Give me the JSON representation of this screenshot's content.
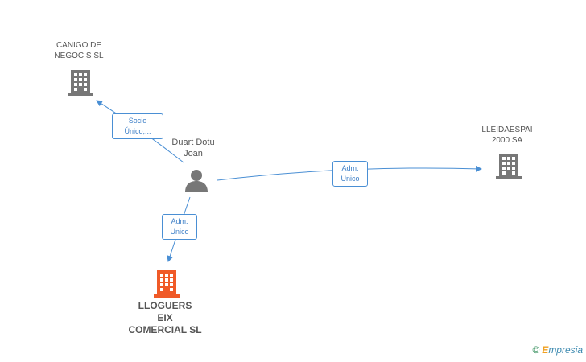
{
  "nodes": {
    "canigo": {
      "line1": "CANIGO DE",
      "line2": "NEGOCIS SL"
    },
    "person": {
      "line1": "Duart Dotu",
      "line2": "Joan"
    },
    "lleidaespai": {
      "line1": "LLEIDAESPAI",
      "line2": "2000 SA"
    },
    "lloguers": {
      "line1": "LLOGUERS",
      "line2": "EIX",
      "line3": "COMERCIAL SL"
    }
  },
  "edges": {
    "socio": {
      "line1": "Socio",
      "line2": "Único,..."
    },
    "adm_lleida": {
      "line1": "Adm.",
      "line2": "Unico"
    },
    "adm_lloguers": {
      "line1": "Adm.",
      "line2": "Unico"
    }
  },
  "brand": {
    "copyright": "©",
    "e_letter": "E",
    "name": "mpresia"
  },
  "icons": {
    "company": "building-icon",
    "person": "person-icon"
  },
  "colors": {
    "edge": "#4a8fd4",
    "building_gray": "#777777",
    "building_highlight": "#f05a28",
    "person": "#777777"
  }
}
